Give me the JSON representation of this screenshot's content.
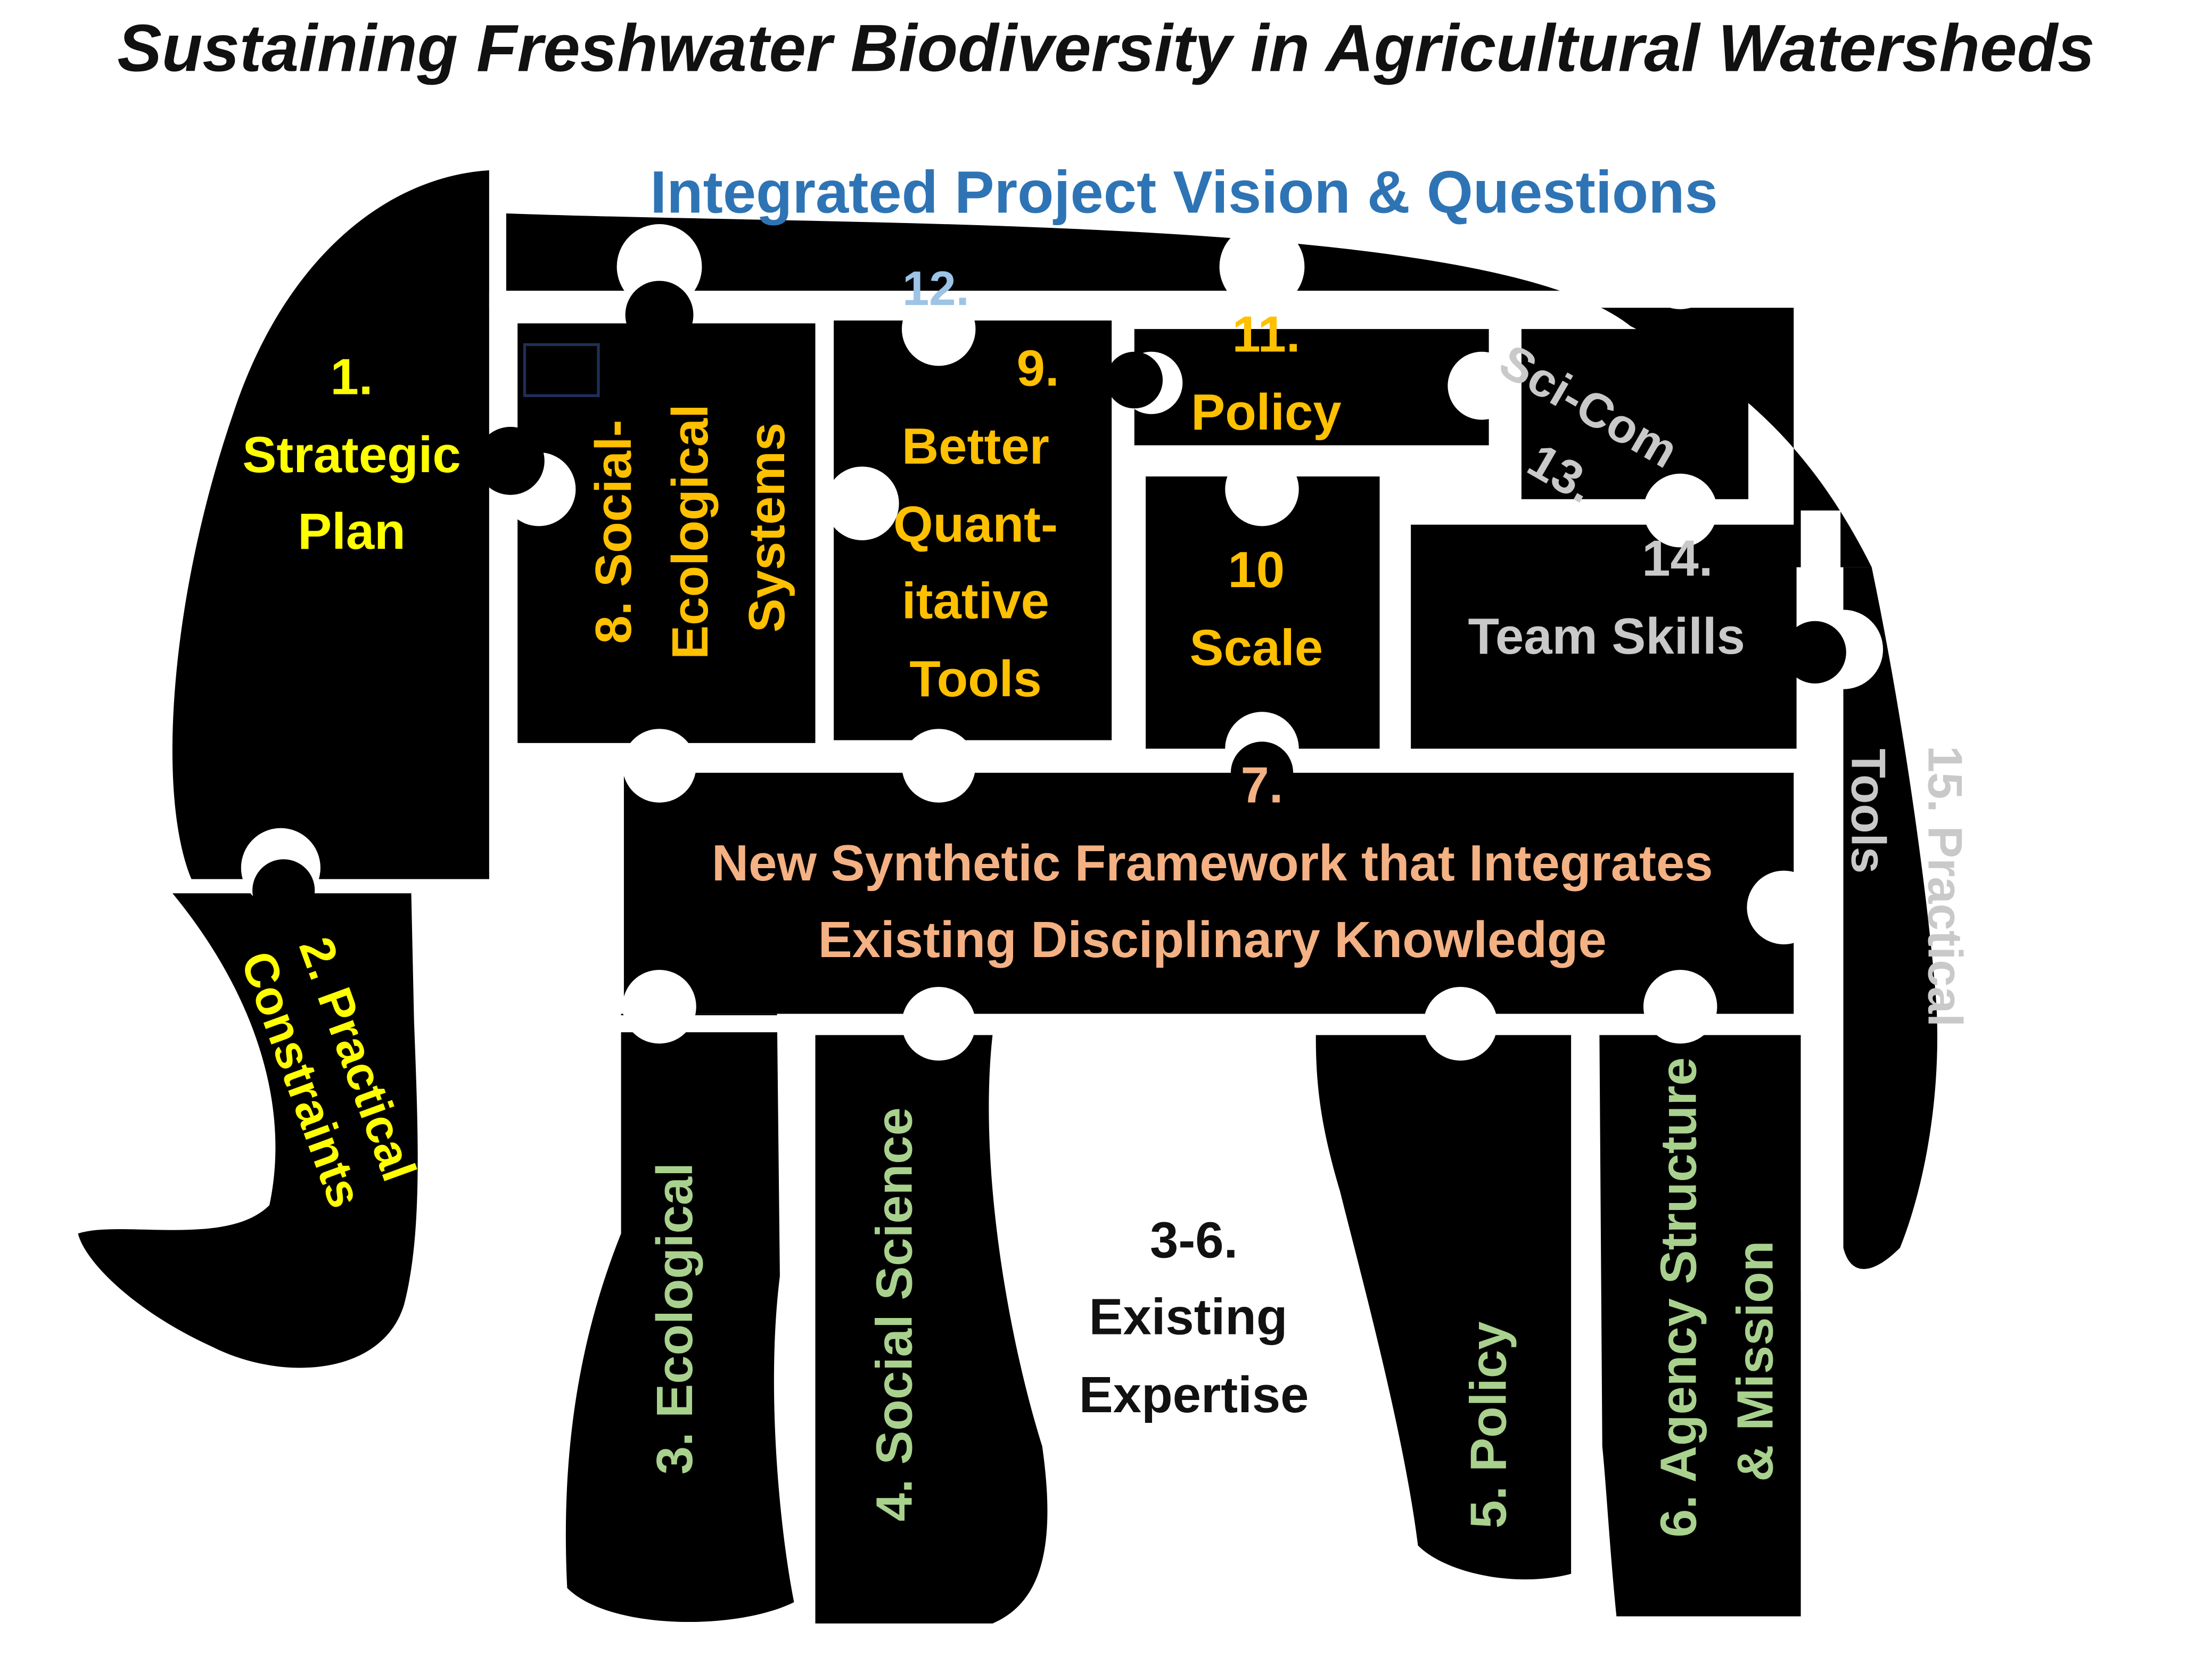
{
  "title": "Sustaining Freshwater Biodiversity in Agricultural Watersheds",
  "header": "Integrated Project Vision & Questions",
  "colors": {
    "background": "#ffffff",
    "body": "#000000",
    "title": "#111111",
    "header": "#2e74b5",
    "yellow": "#ffff00",
    "orange": "#ffc000",
    "salmon": "#f4b183",
    "gray": "#c9c9c9",
    "green": "#a9d18e",
    "lightblue": "#9dc3e6",
    "dark_label": "#111111"
  },
  "pieces": {
    "p1": {
      "number": "1.",
      "line1": "Strategic",
      "line2": "Plan"
    },
    "p2": {
      "line1": "2.  Practical",
      "line2": "Constraints"
    },
    "p3": {
      "label": "3. Ecological"
    },
    "p4": {
      "label": "4. Social Science"
    },
    "p5": {
      "label": "5.   Policy"
    },
    "p6": {
      "line1": "6. Agency Structure",
      "line2": "& Mission"
    },
    "p36": {
      "line1": "3-6.",
      "line2": "Existing",
      "line3": "Expertise"
    },
    "p7": {
      "number": "7.",
      "line1": "New Synthetic Framework that Integrates",
      "line2": "Existing Disciplinary Knowledge"
    },
    "p8": {
      "line1": "8. Social-",
      "line2": "Ecological",
      "line3": "Systems"
    },
    "p9": {
      "number": "9.",
      "line1": "Better",
      "line2": "Quant-",
      "line3": "itative",
      "line4": "Tools"
    },
    "p10": {
      "number": "10",
      "line1": "Scale"
    },
    "p11": {
      "number": "11.",
      "line1": "Policy"
    },
    "p12": {
      "number": "12."
    },
    "p13": {
      "line1": "Sci-Com",
      "number": "13."
    },
    "p14": {
      "number": "14.",
      "line1": "Team  Skills"
    },
    "p15": {
      "line1": "15. Practical",
      "line2": "Tools"
    }
  }
}
